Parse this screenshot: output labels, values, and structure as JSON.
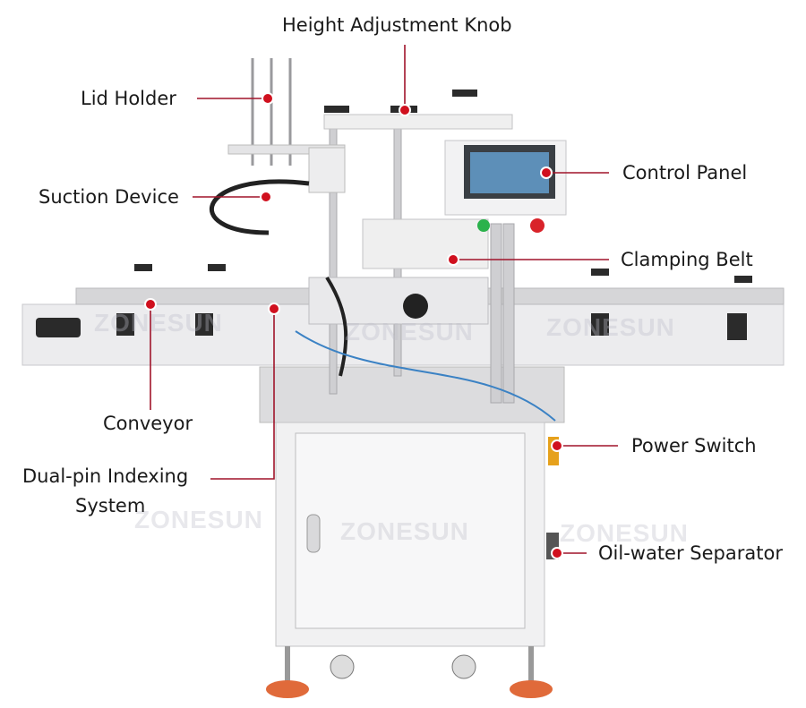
{
  "labels": {
    "height_knob": "Height Adjustment Knob",
    "lid_holder": "Lid Holder",
    "suction": "Suction Device",
    "control_panel": "Control Panel",
    "clamping_belt": "Clamping Belt",
    "conveyor": "Conveyor",
    "dual_pin_line1": "Dual-pin Indexing",
    "dual_pin_line2": "System",
    "power_switch": "Power Switch",
    "oil_water": "Oil-water Separator"
  },
  "watermark": "ZONESUN",
  "colors": {
    "leader": "#a0142a",
    "dot": "#d0101e",
    "frame": "#e8e8ea",
    "screen": "#5d8fb8"
  }
}
